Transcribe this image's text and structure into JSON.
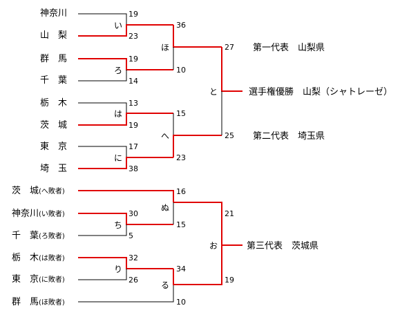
{
  "colors": {
    "win": "#e00000",
    "lose": "#000000"
  },
  "bracket_main": {
    "teams": [
      "神奈川",
      "山　梨",
      "群　馬",
      "千　葉",
      "栃　木",
      "茨　城",
      "東　京",
      "埼　玉"
    ],
    "round1": [
      {
        "label": "い",
        "scores": [
          "19",
          "23"
        ]
      },
      {
        "label": "ろ",
        "scores": [
          "19",
          "14"
        ]
      },
      {
        "label": "は",
        "scores": [
          "13",
          "19"
        ]
      },
      {
        "label": "に",
        "scores": [
          "17",
          "38"
        ]
      }
    ],
    "round2": [
      {
        "label": "ほ",
        "scores": [
          "36",
          "10"
        ]
      },
      {
        "label": "へ",
        "scores": [
          "15",
          "23"
        ]
      }
    ],
    "final": {
      "label": "と",
      "scores": [
        "27",
        "25"
      ]
    }
  },
  "bracket_repechage": {
    "teams": [
      {
        "name": "茨　城",
        "note": "(へ敗者)"
      },
      {
        "name": "神奈川",
        "note": "(い敗者)"
      },
      {
        "name": "千　葉",
        "note": "(ろ敗者)"
      },
      {
        "name": "栃　木",
        "note": "(は敗者)"
      },
      {
        "name": "東　京",
        "note": "(に敗者)"
      },
      {
        "name": "群　馬",
        "note": "(ほ敗者)"
      }
    ],
    "round1": [
      {
        "label": "ち",
        "scores": [
          "30",
          "5"
        ]
      },
      {
        "label": "り",
        "scores": [
          "32",
          "26"
        ]
      }
    ],
    "round2": [
      {
        "label": "ぬ",
        "scores": [
          "16",
          "15"
        ]
      },
      {
        "label": "る",
        "scores": [
          "34",
          "10"
        ]
      }
    ],
    "final": {
      "label": "お",
      "scores": [
        "21",
        "19"
      ]
    }
  },
  "results": {
    "first": "第一代表　山梨県",
    "champion": "選手権優勝　山梨（シャトレーゼ）",
    "second": "第二代表　埼玉県",
    "third": "第三代表　茨城県"
  }
}
